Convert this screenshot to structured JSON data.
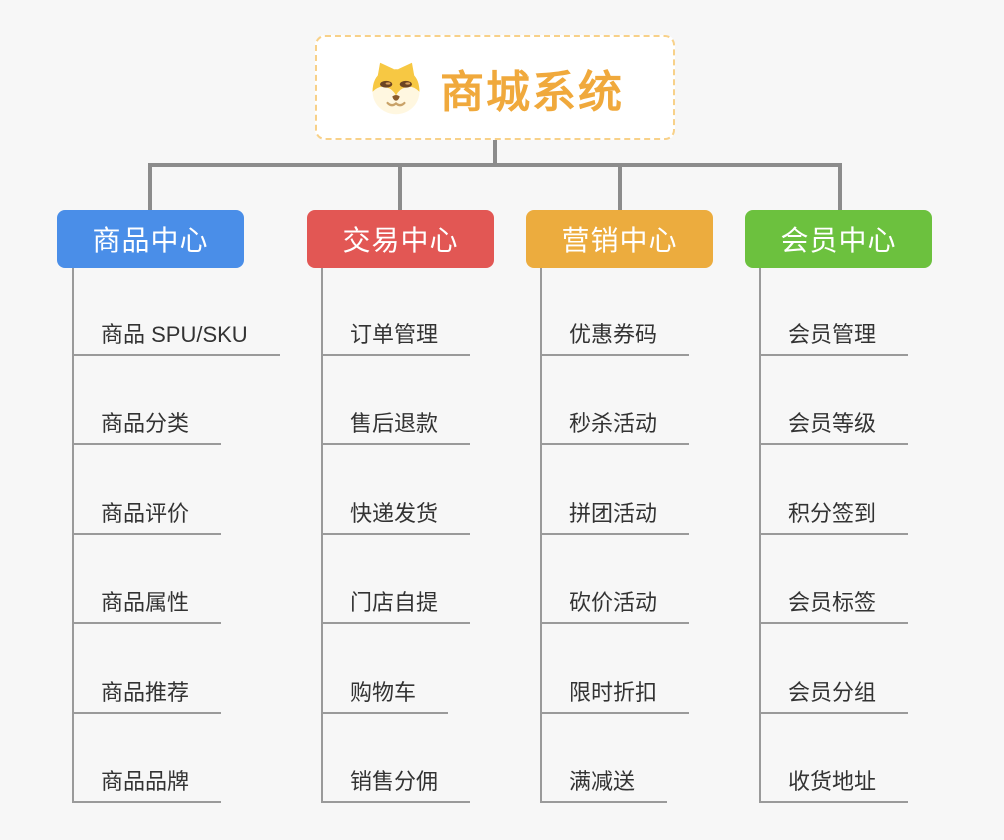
{
  "title": {
    "text": "商城系统",
    "icon": "shiba-dog-icon"
  },
  "colors": {
    "background": "#F7F7F7",
    "connector": "#8C8C8C",
    "branch_line": "#9A9A9A",
    "item_text": "#333333",
    "title_text": "#F0A93C",
    "title_border": "#F8D189"
  },
  "branches": [
    {
      "label": "商品中心",
      "color": "#4A8EE8",
      "items": [
        "商品 SPU/SKU",
        "商品分类",
        "商品评价",
        "商品属性",
        "商品推荐",
        "商品品牌"
      ]
    },
    {
      "label": "交易中心",
      "color": "#E25754",
      "items": [
        "订单管理",
        "售后退款",
        "快递发货",
        "门店自提",
        "购物车",
        "销售分佣"
      ]
    },
    {
      "label": "营销中心",
      "color": "#ECAC3E",
      "items": [
        "优惠券码",
        "秒杀活动",
        "拼团活动",
        "砍价活动",
        "限时折扣",
        "满减送"
      ]
    },
    {
      "label": "会员中心",
      "color": "#6CC13E",
      "items": [
        "会员管理",
        "会员等级",
        "积分签到",
        "会员标签",
        "会员分组",
        "收货地址"
      ]
    }
  ]
}
